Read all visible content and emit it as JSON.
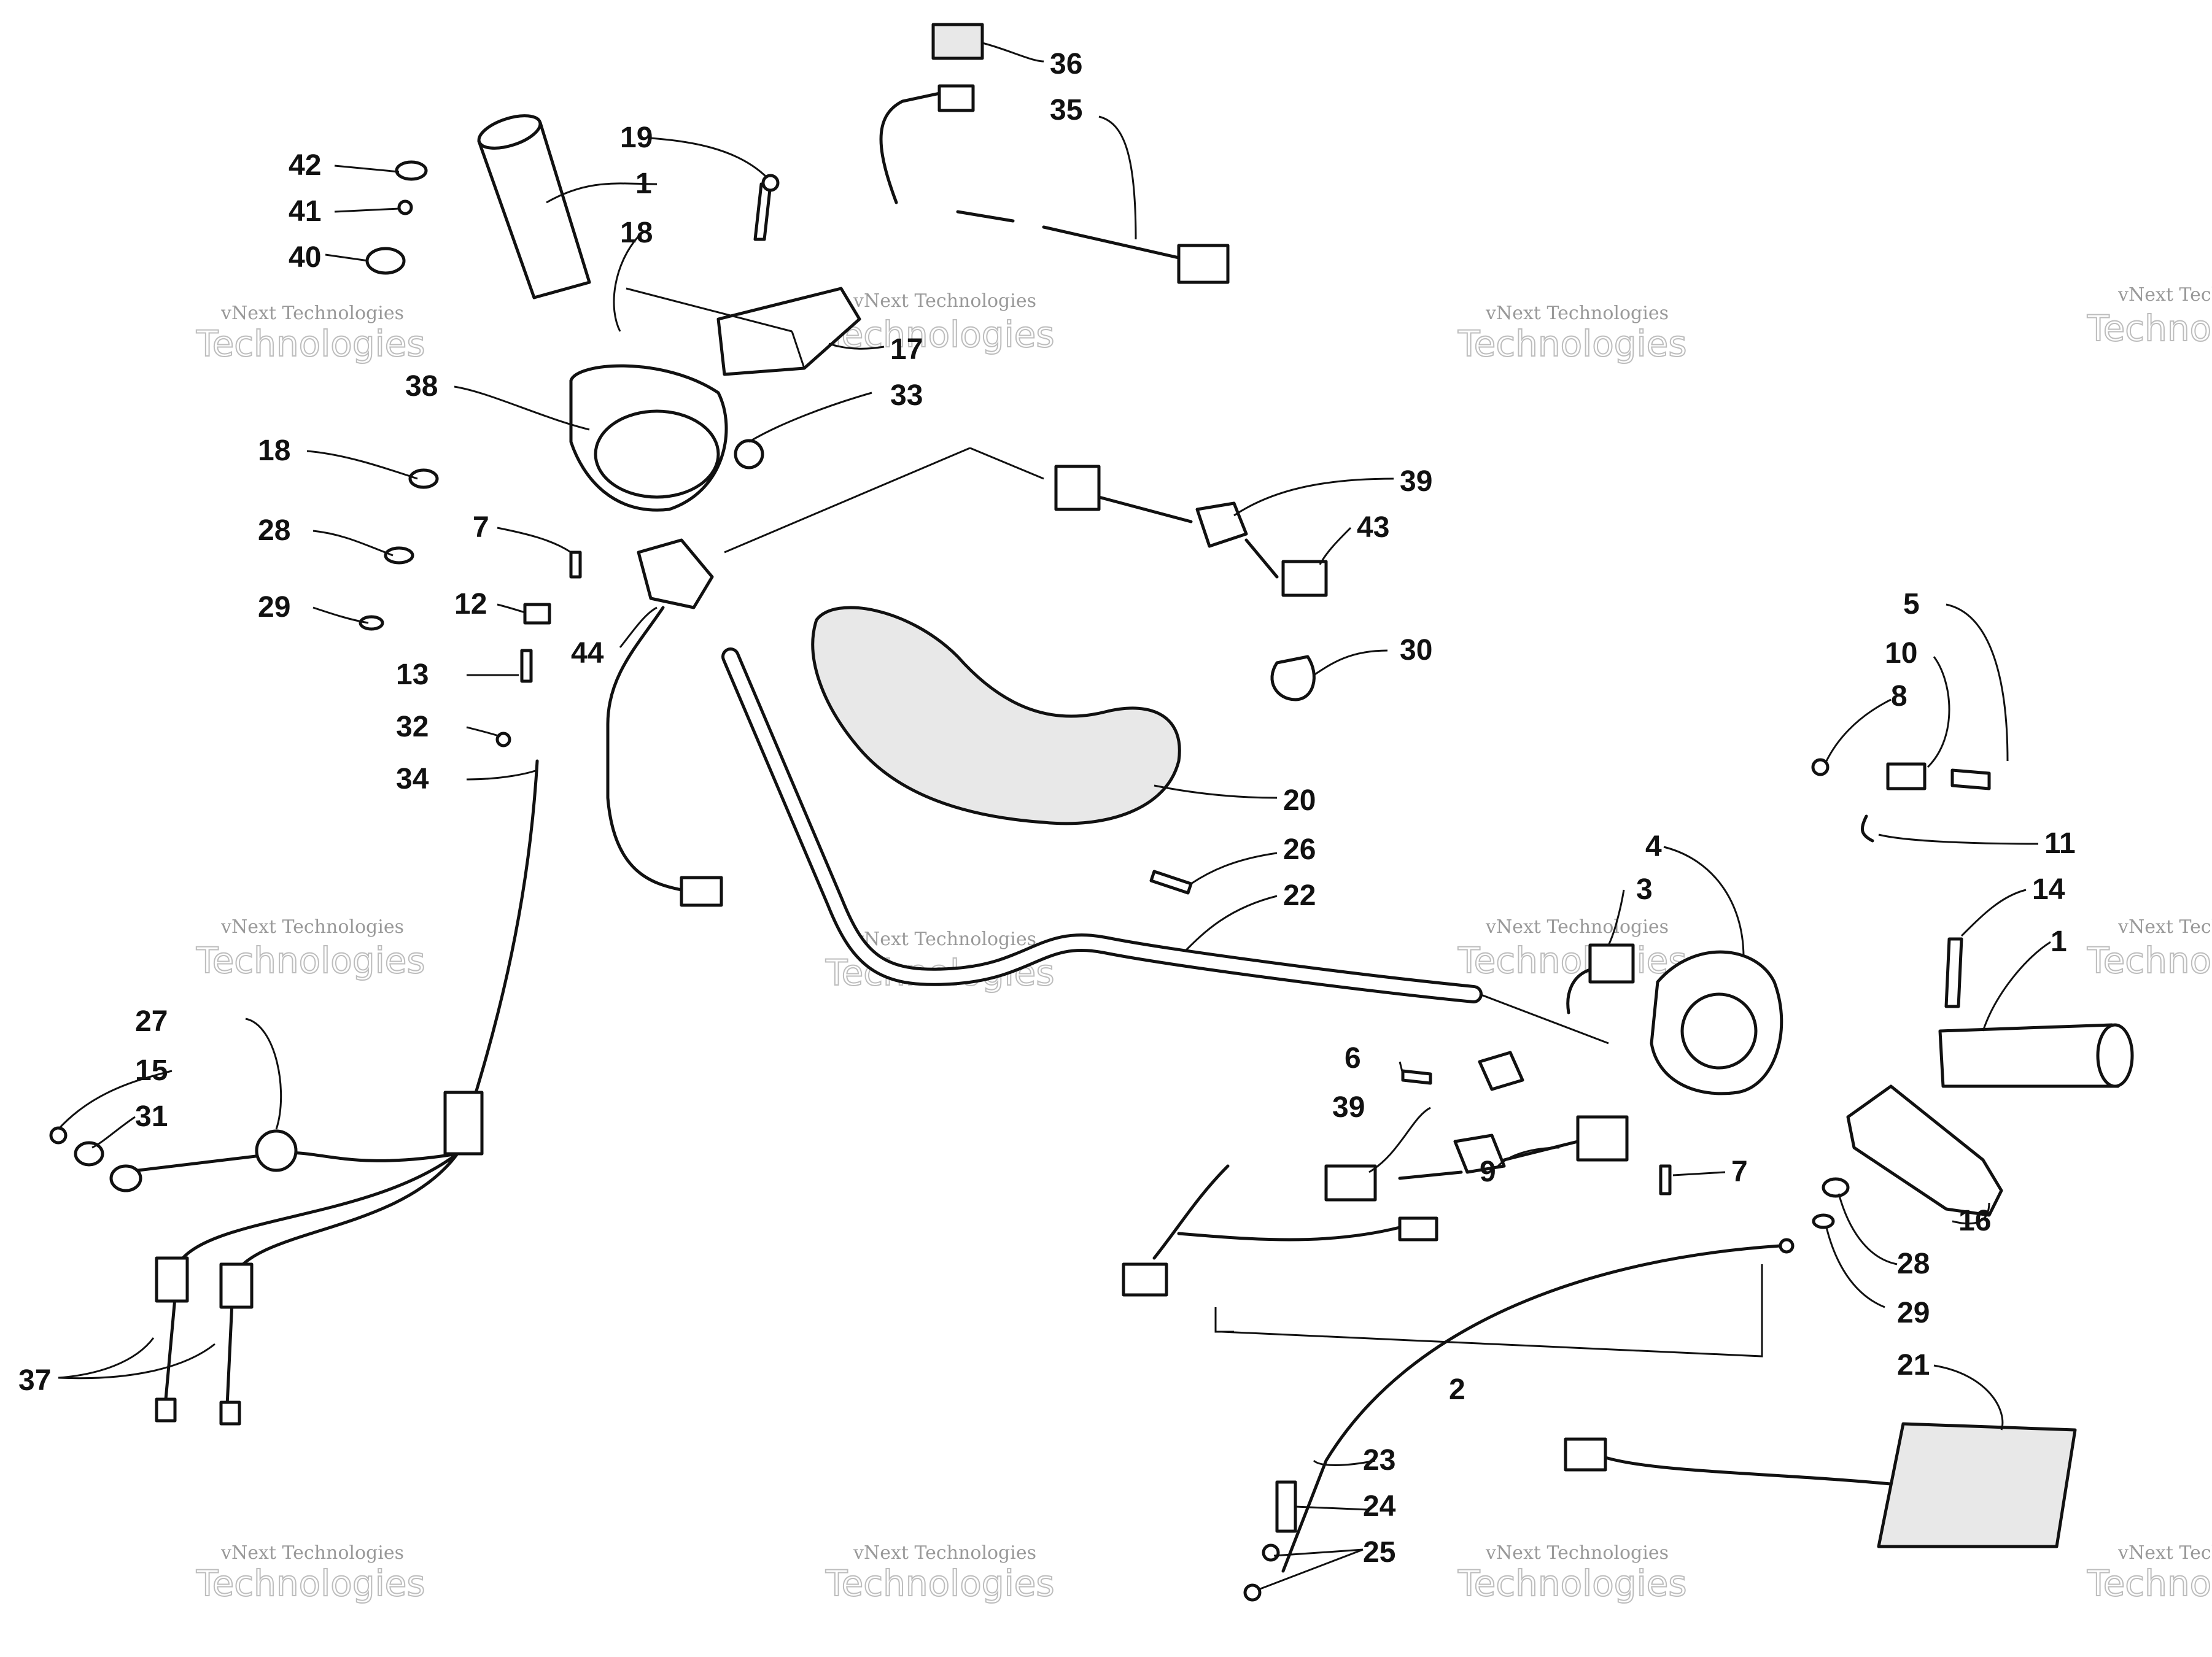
{
  "watermark": {
    "line1": "vNext Technologies",
    "line2": "Technologies"
  },
  "callouts": [
    {
      "id": "c36",
      "text": "36"
    },
    {
      "id": "c35",
      "text": "35"
    },
    {
      "id": "c19",
      "text": "19"
    },
    {
      "id": "c42",
      "text": "42"
    },
    {
      "id": "c1a",
      "text": "1"
    },
    {
      "id": "c41",
      "text": "41"
    },
    {
      "id": "c18a",
      "text": "18"
    },
    {
      "id": "c40",
      "text": "40"
    },
    {
      "id": "c17",
      "text": "17"
    },
    {
      "id": "c38",
      "text": "38"
    },
    {
      "id": "c33",
      "text": "33"
    },
    {
      "id": "c18b",
      "text": "18"
    },
    {
      "id": "c39a",
      "text": "39"
    },
    {
      "id": "c28a",
      "text": "28"
    },
    {
      "id": "c7a",
      "text": "7"
    },
    {
      "id": "c43",
      "text": "43"
    },
    {
      "id": "c29a",
      "text": "29"
    },
    {
      "id": "c12",
      "text": "12"
    },
    {
      "id": "c44",
      "text": "44"
    },
    {
      "id": "c30",
      "text": "30"
    },
    {
      "id": "c13",
      "text": "13"
    },
    {
      "id": "c5",
      "text": "5"
    },
    {
      "id": "c10",
      "text": "10"
    },
    {
      "id": "c32",
      "text": "32"
    },
    {
      "id": "c8",
      "text": "8"
    },
    {
      "id": "c34",
      "text": "34"
    },
    {
      "id": "c20",
      "text": "20"
    },
    {
      "id": "c11",
      "text": "11"
    },
    {
      "id": "c26",
      "text": "26"
    },
    {
      "id": "c4",
      "text": "4"
    },
    {
      "id": "c3",
      "text": "3"
    },
    {
      "id": "c14",
      "text": "14"
    },
    {
      "id": "c22",
      "text": "22"
    },
    {
      "id": "c1b",
      "text": "1"
    },
    {
      "id": "c27",
      "text": "27"
    },
    {
      "id": "c6",
      "text": "6"
    },
    {
      "id": "c15",
      "text": "15"
    },
    {
      "id": "c39b",
      "text": "39"
    },
    {
      "id": "c31",
      "text": "31"
    },
    {
      "id": "c7b",
      "text": "7"
    },
    {
      "id": "c9",
      "text": "9"
    },
    {
      "id": "c16",
      "text": "16"
    },
    {
      "id": "c28b",
      "text": "28"
    },
    {
      "id": "c29b",
      "text": "29"
    },
    {
      "id": "c37",
      "text": "37"
    },
    {
      "id": "c2",
      "text": "2"
    },
    {
      "id": "c21",
      "text": "21"
    },
    {
      "id": "c23",
      "text": "23"
    },
    {
      "id": "c24",
      "text": "24"
    },
    {
      "id": "c25",
      "text": "25"
    }
  ]
}
